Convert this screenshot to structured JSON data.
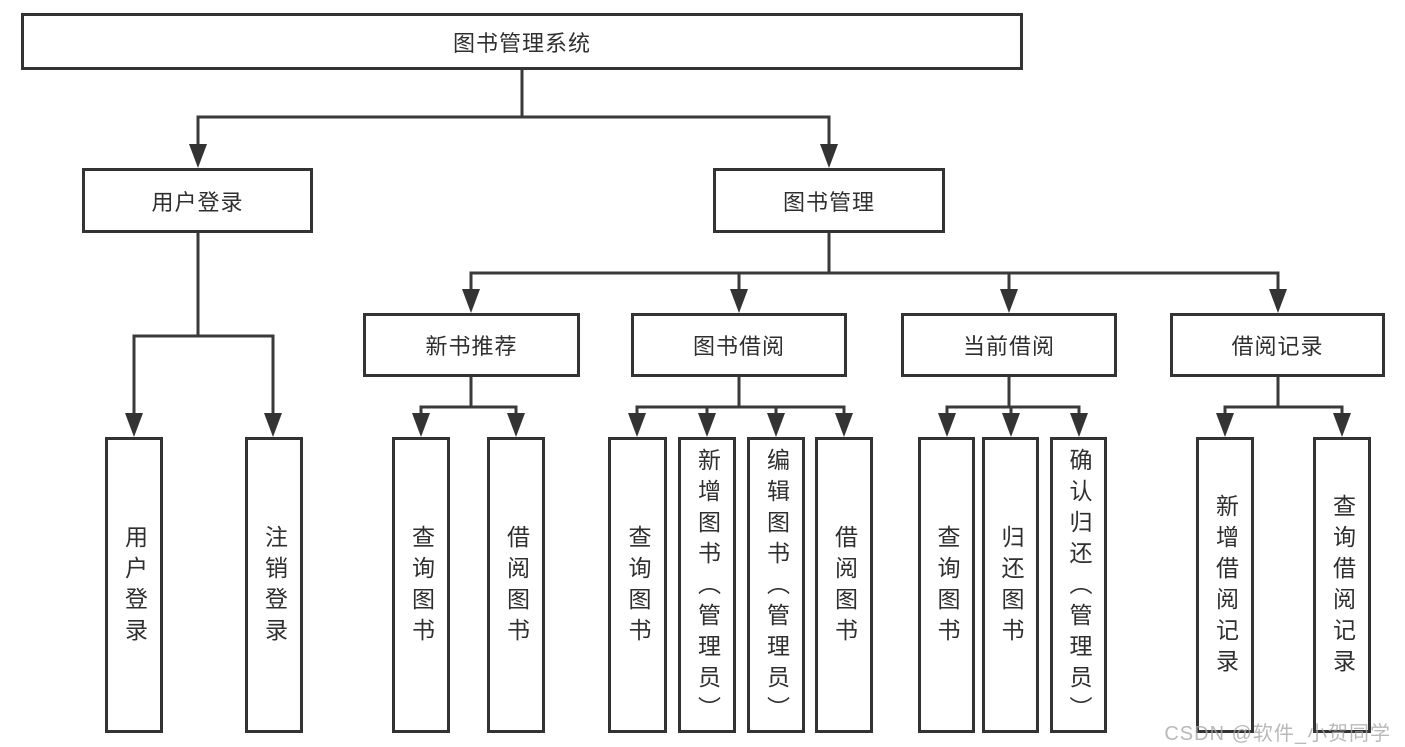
{
  "tree": {
    "label": "图书管理系统",
    "children": [
      {
        "label": "用户登录",
        "children": [
          {
            "label": "用户登录"
          },
          {
            "label": "注销登录"
          }
        ]
      },
      {
        "label": "图书管理",
        "children": [
          {
            "label": "新书推荐",
            "children": [
              {
                "label": "查询图书"
              },
              {
                "label": "借阅图书"
              }
            ]
          },
          {
            "label": "图书借阅",
            "children": [
              {
                "label": "查询图书"
              },
              {
                "label": "新增图书（管理员）"
              },
              {
                "label": "编辑图书（管理员）"
              },
              {
                "label": "借阅图书"
              }
            ]
          },
          {
            "label": "当前借阅",
            "children": [
              {
                "label": "查询图书"
              },
              {
                "label": "归还图书"
              },
              {
                "label": "确认归还（管理员）"
              }
            ]
          },
          {
            "label": "借阅记录",
            "children": [
              {
                "label": "新增借阅记录"
              },
              {
                "label": "查询借阅记录"
              }
            ]
          }
        ]
      }
    ]
  },
  "watermark": "CSDN @软件_小贺同学",
  "colors": {
    "line": "#3a3a3a",
    "border": "#333333",
    "text": "#2f2f2f",
    "background": "#ffffff",
    "watermark": "#a5a5a5"
  }
}
